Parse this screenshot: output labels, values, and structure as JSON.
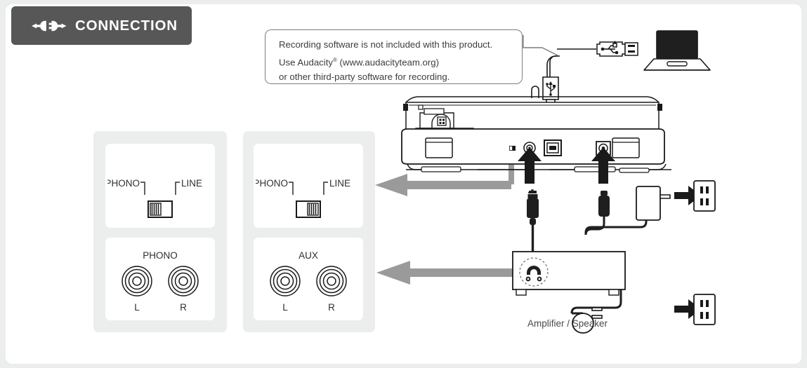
{
  "header": {
    "title": "CONNECTION",
    "icon": "plug-connector-icon",
    "bg_color": "#575757",
    "text_color": "#ffffff"
  },
  "callout": {
    "icon": "speech-balloon",
    "line1": "Recording software is not included with this product.",
    "line2_prefix": "Use Audacity",
    "line2_sup": "®",
    "line2_suffix": " (www.audacityteam.org)",
    "line3": "or other third-party software for recording."
  },
  "options": {
    "group_phono": {
      "name": "phono-option-group",
      "switch": {
        "left_label": "PHONO",
        "right_label": "LINE",
        "position": "left",
        "selected": "PHONO"
      },
      "jack_panel": {
        "title": "PHONO",
        "left_label": "L",
        "right_label": "R"
      }
    },
    "group_aux": {
      "name": "aux-option-group",
      "switch": {
        "left_label": "PHONO",
        "right_label": "LINE",
        "position": "right",
        "selected": "LINE"
      },
      "jack_panel": {
        "title": "AUX",
        "left_label": "L",
        "right_label": "R"
      }
    }
  },
  "devices": {
    "turntable": {
      "name": "turntable-rear-view",
      "ports": [
        "phono-line-switch",
        "audio-out-jack",
        "usb-b-port",
        "dc-in-jack"
      ]
    },
    "laptop": {
      "name": "laptop-computer"
    },
    "usb_cable": {
      "name": "usb-a-to-b-cable",
      "a_end": "usb-a-plug",
      "b_end": "usb-b-plug"
    },
    "audio_cable": {
      "name": "3.5mm-audio-cable",
      "plug": "trs-plug"
    },
    "power_adapter": {
      "name": "ac-power-adapter",
      "plug": "dc-barrel-plug"
    },
    "amplifier": {
      "name": "amplifier-speaker",
      "label": "Amplifier / Speaker",
      "input": "audio-input-jack",
      "power_cord": "ac-power-plug"
    },
    "outlet_top": {
      "name": "wall-outlet-top"
    },
    "outlet_bottom": {
      "name": "wall-outlet-bottom"
    }
  },
  "arrows": {
    "usb_down": "down-arrow-usb",
    "audio_up": "up-arrow-audio",
    "power_up": "up-arrow-power",
    "adapter_right": "right-arrow-adapter",
    "amp_power_right": "right-arrow-amp-power",
    "to_switch_panel": "left-arrow-to-switch-panel",
    "to_jack_panel": "left-arrow-to-jack-panel"
  },
  "colors": {
    "page_bg": "#eceded",
    "card_bg": "#ffffff",
    "badge_bg": "#575757",
    "line": "#1a1a1a",
    "arrow_gray": "#9a9a9a",
    "text": "#3d3d3d"
  }
}
